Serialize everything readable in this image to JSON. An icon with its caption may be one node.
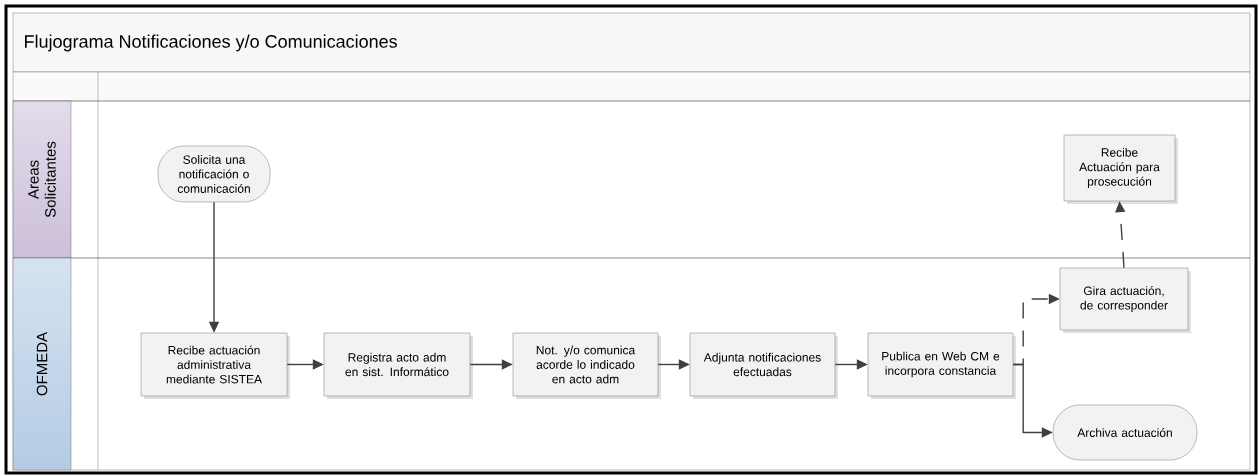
{
  "diagram": {
    "title": "Flujograma Notificaciones y/o Comunicaciones",
    "nodes": [
      {
        "text": [
          "Areas Solicitantes"
        ]
      },
      {
        "text": [
          "OFMEDA"
        ]
      },
      {
        "text": [
          "Solicita una notificación o comunicación"
        ],
        "in": 0
      },
      {
        "text": [
          "Recibe actuación administrativa mediante SISTEA"
        ],
        "in": 1
      },
      {
        "text": [
          "Registra acto adm en sist. Informático"
        ],
        "in": 1
      },
      {
        "text": [
          "Not. y/o comunica acorde lo indicado en acto adm"
        ],
        "in": 1
      },
      {
        "text": [
          "Adjunta notificaciones efectuadas"
        ],
        "in": 1
      },
      {
        "text": [
          "Publica en Web CM e incorpora constancia"
        ],
        "in": 1
      },
      {
        "text": [
          "Gira actuación, de corresponder"
        ],
        "in": 1
      },
      {
        "text": [
          "Recibe Actuación para prosecución"
        ],
        "in": 0
      },
      {
        "text": [
          "Archiva actuación"
        ],
        "in": 1
      }
    ],
    "edges": [
      {
        "from": 2,
        "to": 3,
        "arrow": "to"
      },
      {
        "from": 3,
        "to": 4,
        "arrow": "to"
      },
      {
        "from": 4,
        "to": 5,
        "arrow": "to"
      },
      {
        "from": 5,
        "to": 6,
        "arrow": "to"
      },
      {
        "from": 6,
        "to": 7,
        "arrow": "to"
      },
      {
        "from": 7,
        "to": 8,
        "arrow": "to",
        "style": "dashed"
      },
      {
        "from": 7,
        "to": 10,
        "arrow": "to"
      },
      {
        "from": 8,
        "to": 9,
        "arrow": "to",
        "style": "dashed"
      }
    ]
  }
}
